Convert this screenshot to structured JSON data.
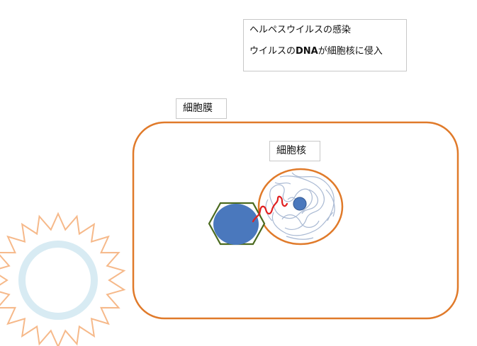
{
  "caption": {
    "title": "ヘルペスウイルスの感染",
    "line2_prefix": "ウイルスの",
    "line2_bold": "DNA",
    "line2_suffix": "が細胞核に侵入"
  },
  "labels": {
    "cell_membrane": "細胞膜",
    "cell_nucleus": "細胞核"
  },
  "colors": {
    "membrane": "#e07a2a",
    "capsid_outline": "#4b6a1f",
    "capsid_fill": "#4a78bd",
    "viral_dna": "#e02020",
    "chromatin": "#a9b9d3",
    "virion_spikes": "#f6b98a",
    "virion_envelope": "#d8ebf3"
  },
  "icons": {
    "virion": "sun-like-virus-icon"
  }
}
